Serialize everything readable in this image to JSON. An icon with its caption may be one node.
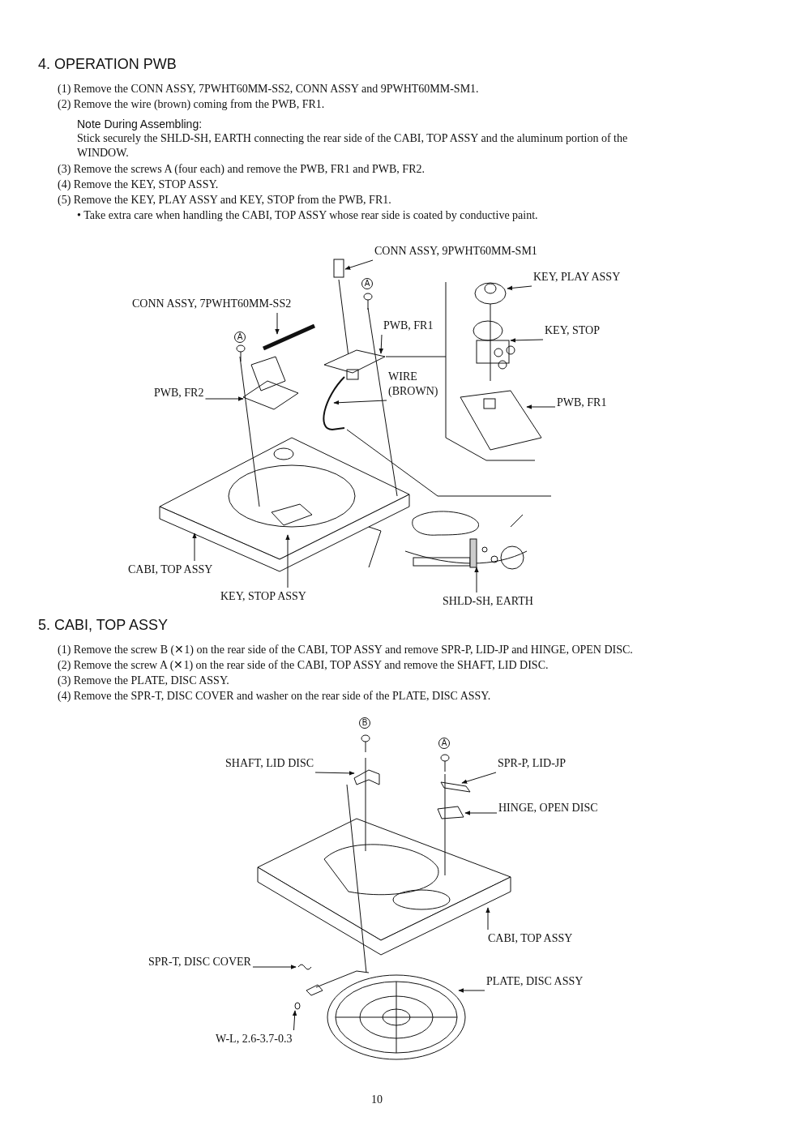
{
  "diagram": {
    "nodes": [
      {
        "text": [
          "CONN ASSY, 9PWHT60MM-SM1"
        ]
      },
      {
        "text": [
          "KEY, PLAY ASSY"
        ]
      },
      {
        "text": [
          "CONN ASSY, 7PWHT60MM-SS2"
        ]
      },
      {
        "text": [
          "PWB, FR1"
        ]
      },
      {
        "text": [
          "KEY, STOP"
        ]
      },
      {
        "text": [
          "WIRE (BROWN)"
        ]
      },
      {
        "text": [
          "PWB, FR2"
        ]
      },
      {
        "text": [
          "PWB, FR1"
        ]
      },
      {
        "text": [
          "CABI, TOP ASSY"
        ]
      },
      {
        "text": [
          "KEY, STOP ASSY"
        ]
      },
      {
        "text": [
          "SHLD-SH, EARTH"
        ]
      },
      {
        "text": [
          "SHAFT, LID DISC"
        ]
      },
      {
        "text": [
          "SPR-P, LID-JP"
        ]
      },
      {
        "text": [
          "HINGE, OPEN DISC"
        ]
      },
      {
        "text": [
          "CABI, TOP ASSY"
        ]
      },
      {
        "text": [
          "SPR-T, DISC COVER"
        ]
      },
      {
        "text": [
          "PLATE, DISC ASSY"
        ]
      },
      {
        "text": [
          "W-L, 2.6-3.7-0.3"
        ]
      },
      {
        "text": [],
        "shape": "bar"
      }
    ],
    "edges": [
      {
        "from": 0,
        "to": null,
        "arrow": "to"
      },
      {
        "from": 1,
        "to": null,
        "arrow": "to"
      },
      {
        "from": 2,
        "to": null,
        "arrow": "to"
      },
      {
        "from": 3,
        "to": null,
        "arrow": "to"
      },
      {
        "from": 4,
        "to": null,
        "arrow": "to"
      },
      {
        "from": 5,
        "to": null,
        "arrow": "to"
      },
      {
        "from": 6,
        "to": null,
        "arrow": "to"
      },
      {
        "from": 7,
        "to": null,
        "arrow": "to"
      },
      {
        "from": 8,
        "to": null,
        "arrow": "to"
      },
      {
        "from": 9,
        "to": null,
        "arrow": "to"
      },
      {
        "from": 10,
        "to": 18,
        "arrow": "to"
      },
      {
        "from": 11,
        "to": null,
        "arrow": "to"
      },
      {
        "from": 12,
        "to": null,
        "arrow": "to"
      },
      {
        "from": 13,
        "to": null,
        "arrow": "to"
      },
      {
        "from": 14,
        "to": null,
        "arrow": "to"
      },
      {
        "from": 15,
        "to": null,
        "arrow": "to"
      },
      {
        "from": 16,
        "to": null,
        "arrow": "to"
      },
      {
        "from": 17,
        "to": null,
        "arrow": "to"
      }
    ],
    "labels": [
      "4. OPERATION PWB",
      "(1) Remove the CONN ASSY, 7PWHT60MM-SS2, CONN ASSY and 9PWHT60MM-SM1.",
      "(2) Remove the wire (brown) coming from the PWB, FR1.",
      "Note During Assembling:",
      "Stick securely the SHLD-SH, EARTH connecting the rear side of the CABI, TOP ASSY and the aluminum portion of the WINDOW.",
      "(3) Remove the screws A (four each) and remove the PWB, FR1 and PWB, FR2.",
      "(4) Remove the KEY, STOP ASSY.",
      "(5) Remove the KEY, PLAY ASSY and KEY, STOP from the PWB, FR1.",
      "• Take extra care when handling the CABI, TOP ASSY whose rear side is coated by conductive paint.",
      "A",
      "A",
      "5. CABI, TOP ASSY",
      "(1) Remove the screw B (✕1) on the rear side of the CABI, TOP ASSY and remove SPR-P, LID-JP and HINGE, OPEN DISC.",
      "(2) Remove the screw A (✕1) on the rear side of the CABI, TOP ASSY and remove the SHAFT, LID DISC.",
      "(3) Remove the PLATE, DISC ASSY.",
      "(4) Remove the SPR-T, DISC COVER and washer on the rear side of the PLATE, DISC ASSY.",
      "B",
      "A",
      "10"
    ]
  }
}
